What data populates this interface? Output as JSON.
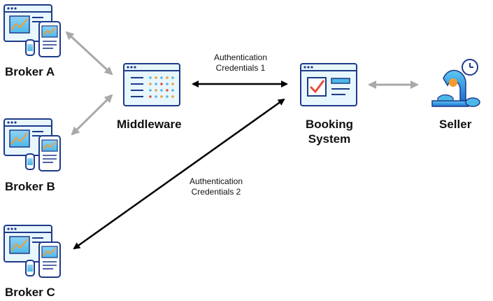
{
  "nodes": {
    "broker_a": {
      "label": "Broker A"
    },
    "broker_b": {
      "label": "Broker B"
    },
    "broker_c": {
      "label": "Broker C"
    },
    "middleware": {
      "label": "Middleware"
    },
    "booking_system": {
      "label_line1": "Booking",
      "label_line2": "System"
    },
    "seller": {
      "label": "Seller"
    }
  },
  "edges": {
    "credentials_1": {
      "line1": "Authentication",
      "line2": "Credentials 1"
    },
    "credentials_2": {
      "line1": "Authentication",
      "line2": "Credentials 2"
    }
  },
  "colors": {
    "icon_stroke": "#1e3a8a",
    "icon_accent_blue": "#4db8e8",
    "icon_accent_orange": "#f39c32",
    "icon_accent_red": "#e74c3c",
    "grey_arrow": "#a9a9a9",
    "black_arrow": "#000000"
  }
}
